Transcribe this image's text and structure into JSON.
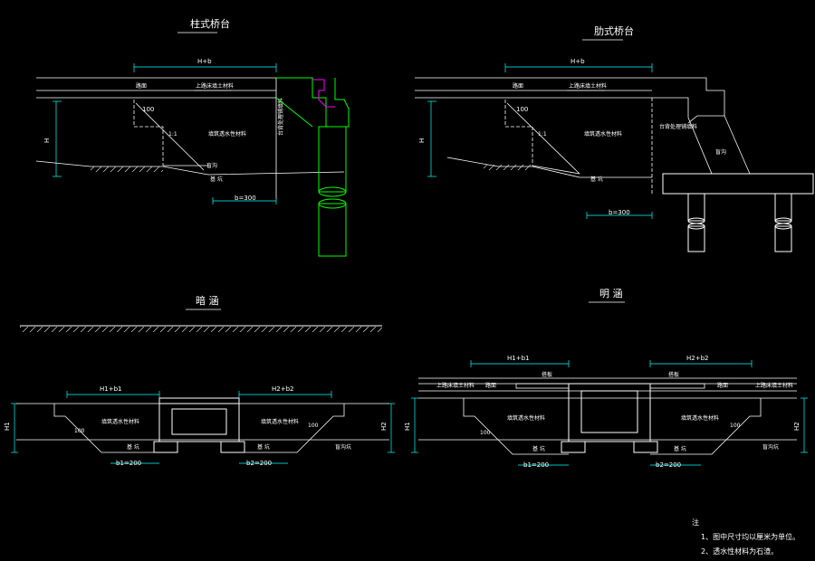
{
  "drawings": {
    "column_abutment": {
      "title": "柱式桥台",
      "dim_top": "H+b",
      "dim_h": "H",
      "dim_bottom": "b=300",
      "dim_100": "100",
      "ratio": "1:1",
      "label_pave": "路面",
      "label_top_fill": "上路床填土材料",
      "label_fill": "填筑透水性材料",
      "label_ctrl": "台背处理铺填料",
      "label_blind": "盲沟",
      "label_base": "基  坑"
    },
    "rib_abutment": {
      "title": "肋式桥台",
      "dim_top": "H+b",
      "dim_h": "H",
      "dim_bottom": "b=300",
      "dim_100": "100",
      "ratio": "1:1",
      "label_pave": "路面",
      "label_top_fill": "上路床填土材料",
      "label_fill": "填筑透水性材料",
      "label_ctrl": "台背处理铺填料",
      "label_blind": "盲沟",
      "label_base": "基  坑"
    },
    "buried_culvert": {
      "title": "暗  涵",
      "dim_left": "H1+b1",
      "dim_right": "H2+b2",
      "dim_h1": "H1",
      "dim_h2": "H2",
      "dim_b1": "b1=200",
      "dim_b2": "b2=200",
      "dim_100a": "100",
      "dim_100b": "100",
      "label_fill_l": "填筑透水性材料",
      "label_fill_r": "填筑透水性材料",
      "label_base_l": "基  坑",
      "label_base_r": "基  坑",
      "label_blind": "盲沟坑"
    },
    "open_culvert": {
      "title": "明  涵",
      "dim_left": "H1+b1",
      "dim_right": "H2+b2",
      "dim_h1": "H1",
      "dim_h2": "H2",
      "dim_b1": "b1=200",
      "dim_b2": "b2=200",
      "dim_100a": "100",
      "dim_100b": "100",
      "label_top_fill_l": "上路床填土材料",
      "label_top_fill_r": "上路床填土材料",
      "label_pave_l": "路面",
      "label_pave_r": "路面",
      "label_slab_l": "搭板",
      "label_slab_r": "搭板",
      "label_fill_l": "填筑透水性材料",
      "label_fill_r": "填筑透水性材料",
      "label_base_l": "基  坑",
      "label_base_r": "基  坑",
      "label_blind": "盲沟坑"
    }
  },
  "notes": {
    "heading": "注",
    "line1": "1、图中尺寸均以厘米为单位。",
    "line2": "2、透水性材料为石渣。"
  },
  "colors": {
    "background": "#000000",
    "line": "#ffffff",
    "dimension": "#00ffff",
    "pier": "#00ff00",
    "cap": "#ff00ff"
  }
}
